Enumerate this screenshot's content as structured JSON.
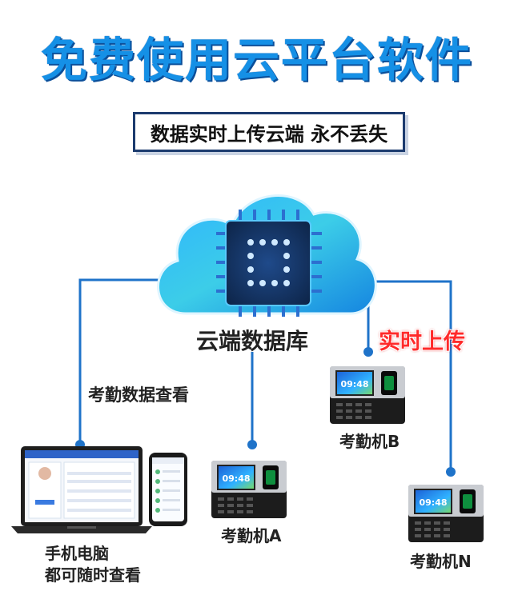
{
  "title": "免费使用云平台软件",
  "subtitle": "数据实时上传云端  永不丢失",
  "cloud": {
    "label": "云端数据库"
  },
  "labels": {
    "attendance_view": "考勤数据查看",
    "realtime_upload": "实时上传",
    "device_a": "考勤机A",
    "device_b": "考勤机B",
    "device_n": "考勤机N",
    "pc_line1": "手机电脑",
    "pc_line2": "都可随时查看"
  },
  "device_screen_time": "09:48",
  "colors": {
    "title": "#1590e6",
    "line": "#1f73c9",
    "upload_text": "#ff2a2a",
    "box_border": "#1c3b6e"
  },
  "icons": [
    "cloud-icon",
    "chip-icon",
    "laptop-icon",
    "phone-icon",
    "attendance-machine-icon"
  ]
}
